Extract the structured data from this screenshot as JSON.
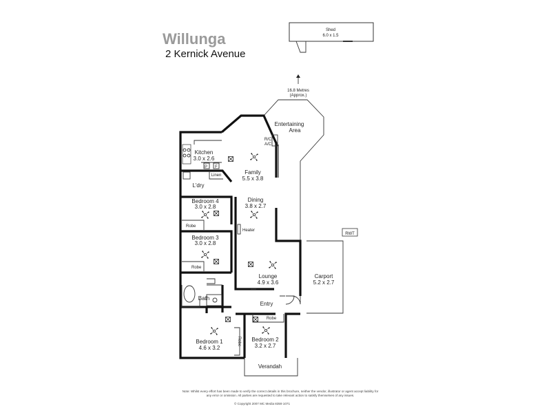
{
  "header": {
    "suburb": "Willunga",
    "address": "2 Kernick Avenue"
  },
  "compass": {
    "distance": "16.8 Metres",
    "approx": "(Approx.)"
  },
  "rooms": {
    "shed": {
      "name": "Shed",
      "dim": "6.0 x 1.5"
    },
    "entertaining": {
      "line1": "Entertaining",
      "line2": "Area"
    },
    "kitchen": {
      "name": "Kitchen",
      "dim": "3.0 x 2.6"
    },
    "family": {
      "name": "Family",
      "dim": "5.5 x 3.8"
    },
    "ldry": {
      "name": "L'dry"
    },
    "linen": {
      "name": "Linen"
    },
    "bedroom4": {
      "name": "Bedroom 4",
      "dim": "3.0 x 2.8"
    },
    "dining": {
      "name": "Dining",
      "dim": "3.8 x 2.7"
    },
    "bedroom3": {
      "name": "Bedroom 3",
      "dim": "3.0 x 2.8"
    },
    "lounge": {
      "name": "Lounge",
      "dim": "4.9 x 3.6"
    },
    "carport": {
      "name": "Carport",
      "dim": "5.2 x 2.7"
    },
    "bath": {
      "name": "Bath"
    },
    "entry": {
      "name": "Entry"
    },
    "bedroom1": {
      "name": "Bedroom 1",
      "dim": "4.6 x 3.2"
    },
    "bedroom2": {
      "name": "Bedroom 2",
      "dim": "3.2 x 2.7"
    },
    "verandah": {
      "name": "Verandah"
    }
  },
  "fixtures": {
    "robe": "Robe",
    "heater": "Heater",
    "rc_ac_1": "R/C",
    "rc_ac_2": "A/C",
    "rwt": "RWT",
    "pantry": "P",
    "fridge": "F"
  },
  "footer": {
    "note": "Note: Whilst every effort has been made to verify the correct details in this brochure, neither the vendor, illustrator or agent accept liability for any error or omission. All parties are requested to take relevant action to satisfy themselves of any issues.",
    "copyright": "© Copyright 2007 MC Media 8359 1071"
  }
}
